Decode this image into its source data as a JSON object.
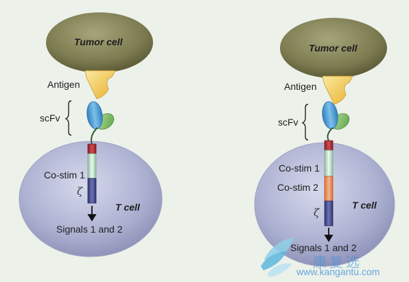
{
  "panels": [
    {
      "tumor_cell": "Tumor cell",
      "antigen": "Antigen",
      "scfv": "scFv",
      "costim": [
        "Co-stim 1"
      ],
      "zeta": "ζ",
      "t_cell": "T cell",
      "signals": "Signals 1 and 2"
    },
    {
      "tumor_cell": "Tumor cell",
      "antigen": "Antigen",
      "scfv": "scFv",
      "costim": [
        "Co-stim 1",
        "Co-stim 2"
      ],
      "zeta": "ζ",
      "t_cell": "T cell",
      "signals": "Signals 1 and 2"
    }
  ],
  "watermark": {
    "logo_text": "康复选",
    "url": "www.kangantu.com"
  },
  "colors": {
    "background": "#ecf1ea",
    "tumor": "#7d7b50",
    "tcell": "#aeb2d2",
    "antigen": "#f2c64a",
    "scfv_blue": "#4f9fd4",
    "scfv_green": "#84c26a",
    "tm_domain": "#b2323a",
    "costim1": "#cfe6d5",
    "costim2": "#f0965e",
    "zeta": "#4a4f8c"
  }
}
